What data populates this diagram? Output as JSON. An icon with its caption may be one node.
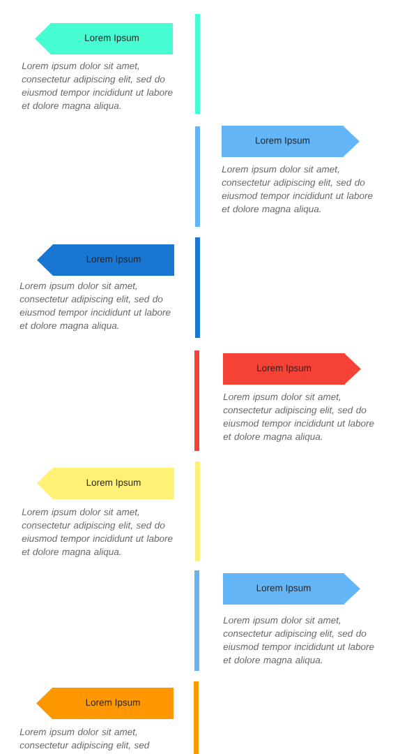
{
  "diagram": {
    "nodes": [
      {
        "text": [
          "Lorem Ipsum"
        ],
        "beside": [
          "Lorem ipsum dolor sit amet, consectetur adipiscing elit, sed do eiusmod tempor incididunt ut labore et dolore magna aliqua."
        ]
      },
      {
        "text": [
          "Lorem Ipsum"
        ],
        "beside": [
          "Lorem ipsum dolor sit amet, consectetur adipiscing elit, sed do eiusmod tempor incididunt ut labore et dolore magna aliqua."
        ]
      },
      {
        "text": [
          "Lorem Ipsum"
        ],
        "beside": [
          "Lorem ipsum dolor sit amet, consectetur adipiscing elit, sed do eiusmod tempor incididunt ut labore et dolore magna aliqua."
        ]
      },
      {
        "text": [
          "Lorem Ipsum"
        ],
        "beside": [
          "Lorem ipsum dolor sit amet, consectetur adipiscing elit, sed do eiusmod tempor incididunt ut labore et dolore magna aliqua."
        ]
      },
      {
        "text": [
          "Lorem Ipsum"
        ],
        "beside": [
          "Lorem ipsum dolor sit amet, consectetur adipiscing elit, sed do eiusmod tempor incididunt ut labore et dolore magna aliqua."
        ]
      },
      {
        "text": [
          "Lorem Ipsum"
        ],
        "beside": [
          "Lorem ipsum dolor sit amet, consectetur adipiscing elit, sed do eiusmod tempor incididunt ut labore et dolore magna aliqua."
        ]
      },
      {
        "text": [
          "Lorem Ipsum"
        ],
        "beside": [
          "Lorem ipsum dolor sit amet, consectetur adipiscing elit, sed"
        ]
      }
    ]
  }
}
